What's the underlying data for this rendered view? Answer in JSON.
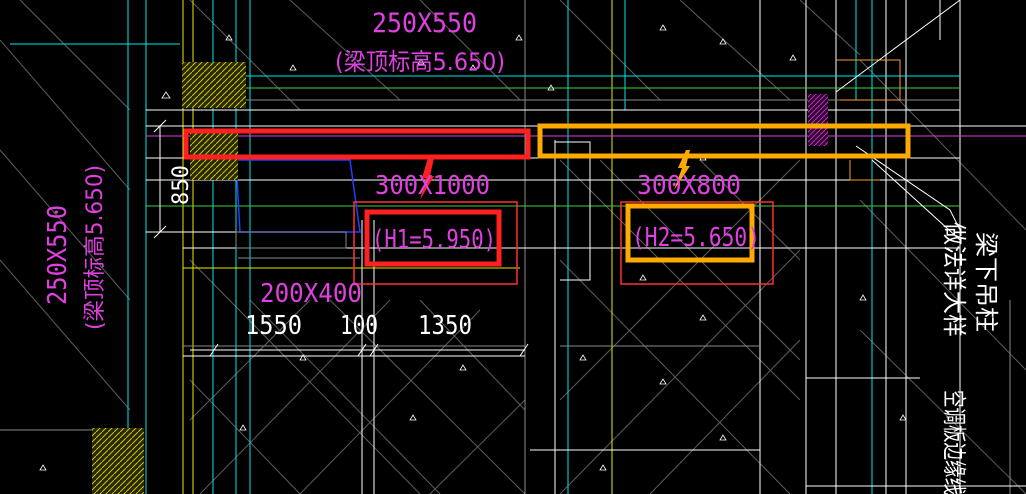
{
  "colors": {
    "background": "#000000",
    "beam_text": "#e040e0",
    "white": "#ffffff",
    "cyan": "#00e8e8",
    "yellow": "#e8e800",
    "green": "#40d040",
    "blue": "#2040ff",
    "red_highlight": "#ff2020",
    "orange_highlight": "#ffaa00",
    "hatch_fill": "#c8c020",
    "grey_line": "#8a8a8a"
  },
  "labels": {
    "beam_top": "250X550",
    "beam_top_elev": "(梁顶标高5.650)",
    "beam_left": "250X550",
    "beam_left_elev": "(梁顶标高5.650)",
    "beam_mid_left": "300X1000",
    "beam_mid_right": "300X800",
    "elev_h1": "(H1=5.950)",
    "elev_h2": "(H2=5.650)",
    "beam_small": "200X400",
    "dim_850": "850",
    "dim_1550": "1550",
    "dim_100": "100",
    "dim_1350": "1350",
    "note_col_1": "梁下吊柱",
    "note_col_2": "做法详大样",
    "note_ac": "空调板边缘线"
  },
  "icons": {
    "arrow_red": "red-pointer-arrow-icon",
    "arrow_orange": "orange-pointer-arrow-icon"
  }
}
